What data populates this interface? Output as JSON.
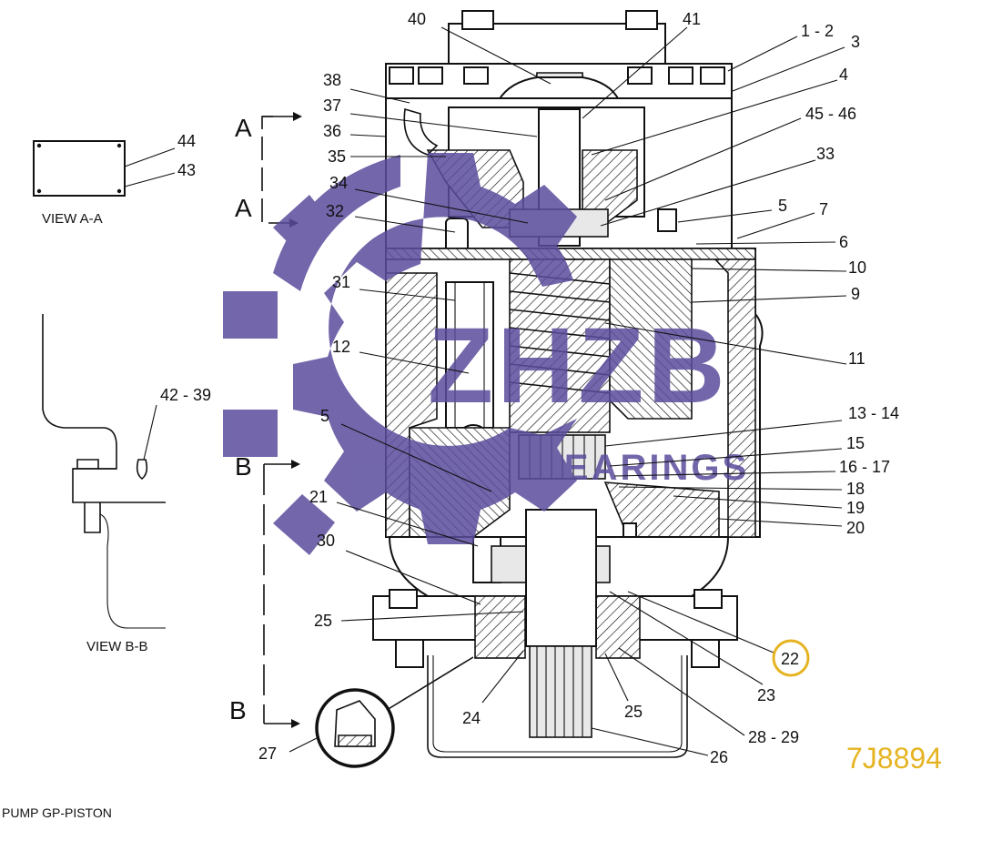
{
  "drawing": {
    "caption": "PUMP GP-PISTON",
    "part_number": "7J8894",
    "view_aa_label": "VIEW A-A",
    "view_bb_label": "VIEW B-B",
    "section_marks": [
      "A",
      "A",
      "B",
      "B"
    ],
    "highlighted_callout": "22",
    "highlight_color": "#e6b422",
    "watermark": {
      "text_main": "ZHZB",
      "text_sub": "BEARINGS",
      "color": "#5b4c9c"
    },
    "callouts": {
      "c40": "40",
      "c41": "41",
      "c1_2": "1 - 2",
      "c3": "3",
      "c4": "4",
      "c38": "38",
      "c37": "37",
      "c36": "36",
      "c35": "35",
      "c45_46": "45 - 46",
      "c33": "33",
      "c34": "34",
      "c32": "32",
      "c5a": "5",
      "c7": "7",
      "c6": "6",
      "c10": "10",
      "c31": "31",
      "c9": "9",
      "c12": "12",
      "c11": "11",
      "c13_14": "13 - 14",
      "c5b": "5",
      "c15": "15",
      "c16_17": "16 - 17",
      "c18": "18",
      "c19": "19",
      "c20": "20",
      "c21": "21",
      "c30": "30",
      "c25a": "25",
      "c22": "22",
      "c23": "23",
      "c24": "24",
      "c25b": "25",
      "c28_29": "28 - 29",
      "c26": "26",
      "c27": "27",
      "c44": "44",
      "c43": "43",
      "c42_39": "42 - 39"
    }
  }
}
